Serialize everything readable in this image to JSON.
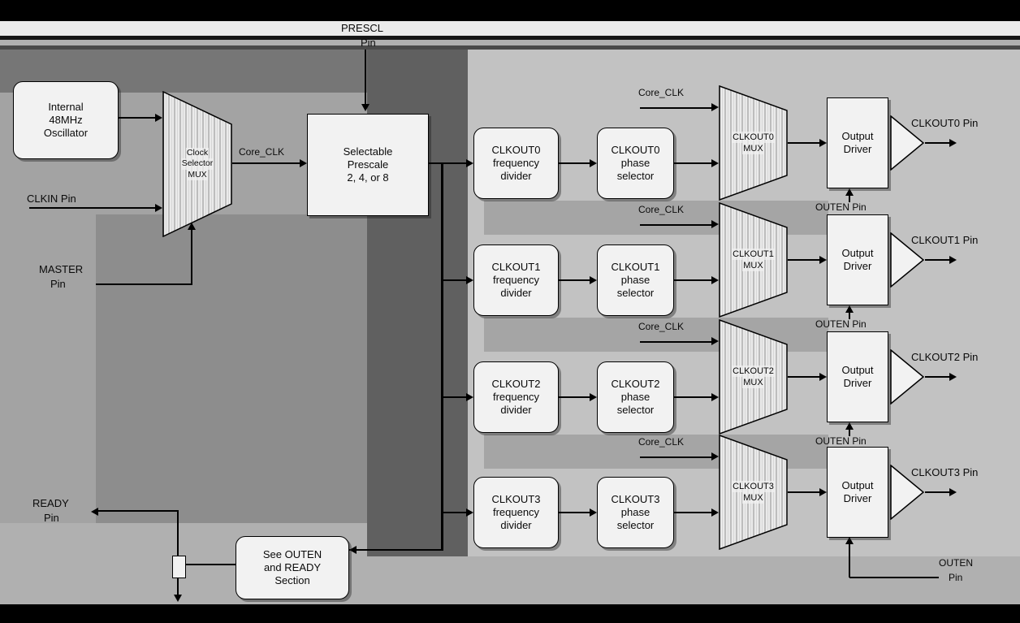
{
  "diagram": {
    "prescl": {
      "line1": "PRESCL",
      "line2": "Pin"
    },
    "oscillator": [
      "Internal",
      "48MHz",
      "Oscillator"
    ],
    "clkin": "CLKIN Pin",
    "master": {
      "line1": "MASTER",
      "line2": "Pin"
    },
    "clock_selector_mux": [
      "Clock",
      "Selector",
      "MUX"
    ],
    "core_clk": "Core_CLK",
    "prescale": [
      "Selectable",
      "Prescale",
      "2, 4, or 8"
    ],
    "ready": {
      "line1": "READY",
      "line2": "Pin"
    },
    "see_outen": [
      "See OUTEN",
      "and READY",
      "Section"
    ],
    "outen_bottom": {
      "line1": "OUTEN",
      "line2": "Pin"
    }
  },
  "channels": [
    {
      "divider": [
        "CLKOUT0",
        "frequency",
        "divider"
      ],
      "phase": [
        "CLKOUT0",
        "phase",
        "selector"
      ],
      "mux": [
        "CLKOUT0",
        "MUX"
      ],
      "driver": [
        "Output",
        "Driver"
      ],
      "core_clk": "Core_CLK",
      "outen": "OUTEN Pin",
      "pin": "CLKOUT0 Pin"
    },
    {
      "divider": [
        "CLKOUT1",
        "frequency",
        "divider"
      ],
      "phase": [
        "CLKOUT1",
        "phase",
        "selector"
      ],
      "mux": [
        "CLKOUT1",
        "MUX"
      ],
      "driver": [
        "Output",
        "Driver"
      ],
      "core_clk": "Core_CLK",
      "outen": "OUTEN Pin",
      "pin": "CLKOUT1 Pin"
    },
    {
      "divider": [
        "CLKOUT2",
        "frequency",
        "divider"
      ],
      "phase": [
        "CLKOUT2",
        "phase",
        "selector"
      ],
      "mux": [
        "CLKOUT2",
        "MUX"
      ],
      "driver": [
        "Output",
        "Driver"
      ],
      "core_clk": "Core_CLK",
      "outen": "OUTEN Pin",
      "pin": "CLKOUT2 Pin"
    },
    {
      "divider": [
        "CLKOUT3",
        "frequency",
        "divider"
      ],
      "phase": [
        "CLKOUT3",
        "phase",
        "selector"
      ],
      "mux": [
        "CLKOUT3",
        "MUX"
      ],
      "driver": [
        "Output",
        "Driver"
      ],
      "core_clk": "Core_CLK",
      "outen": "OUTEN Pin",
      "pin": "CLKOUT3 Pin"
    }
  ],
  "colors": {
    "background": "#b0b0b0",
    "block_fill": "#f2f2f2",
    "line_ink": "#000000",
    "bar_black": "#000000"
  }
}
